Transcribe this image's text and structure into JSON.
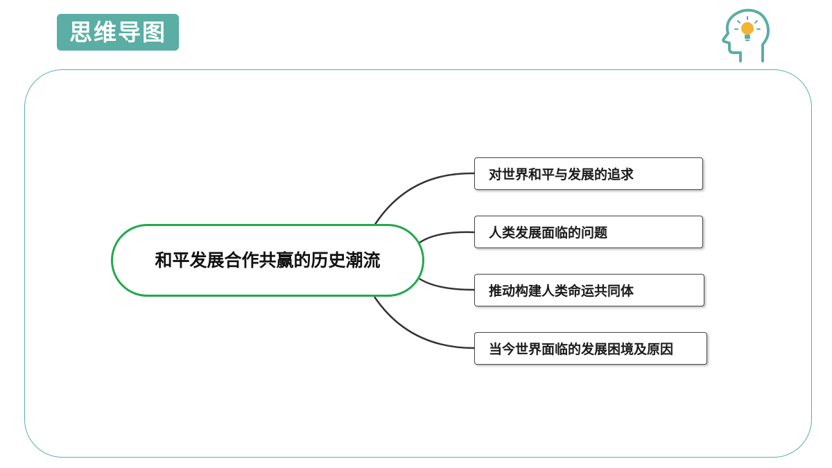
{
  "header": {
    "title": "思维导图"
  },
  "mindmap": {
    "central_topic": "和平发展合作共赢的历史潮流",
    "branches": [
      {
        "label": "对世界和平与发展的追求"
      },
      {
        "label": "人类发展面临的问题"
      },
      {
        "label": "推动构建人类命运共同体"
      },
      {
        "label": "当今世界面临的发展困境及原因"
      }
    ]
  },
  "icons": {
    "header_icon": "head-lightbulb-icon"
  },
  "colors": {
    "accent": "#5aaea4",
    "central_border": "#22a84c",
    "connector": "#333333"
  }
}
